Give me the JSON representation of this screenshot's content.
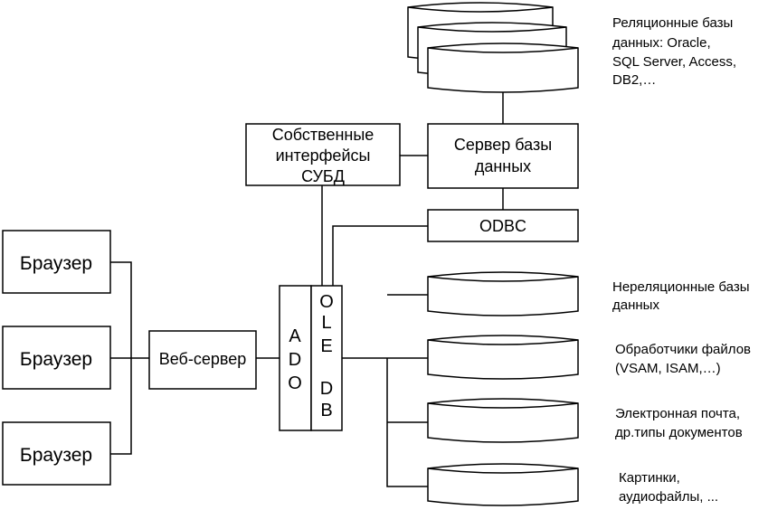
{
  "boxes": {
    "browser1": "Браузер",
    "browser2": "Браузер",
    "browser3": "Браузер",
    "web_server": "Веб-сервер",
    "ado": [
      "A",
      "D",
      "O"
    ],
    "ole_db": [
      "O",
      "L",
      "E",
      "",
      "D",
      "B"
    ],
    "native_interfaces": [
      "Собственные",
      "интерфейсы",
      "СУБД"
    ],
    "db_server": [
      "Сервер базы",
      "данных"
    ],
    "odbc": "ODBC"
  },
  "labels": {
    "relational": [
      "Реляционные базы",
      "данных:  Oracle,",
      "SQL Server, Access,",
      "DB2,…"
    ],
    "nonrelational": [
      "Нереляционные базы",
      "данных"
    ],
    "file_handlers": [
      "Обработчики файлов",
      "(VSAM, ISAM,…)"
    ],
    "email": [
      "Электронная почта,",
      "др.типы документов"
    ],
    "media": [
      "Картинки,",
      "аудиофайлы, ..."
    ]
  }
}
